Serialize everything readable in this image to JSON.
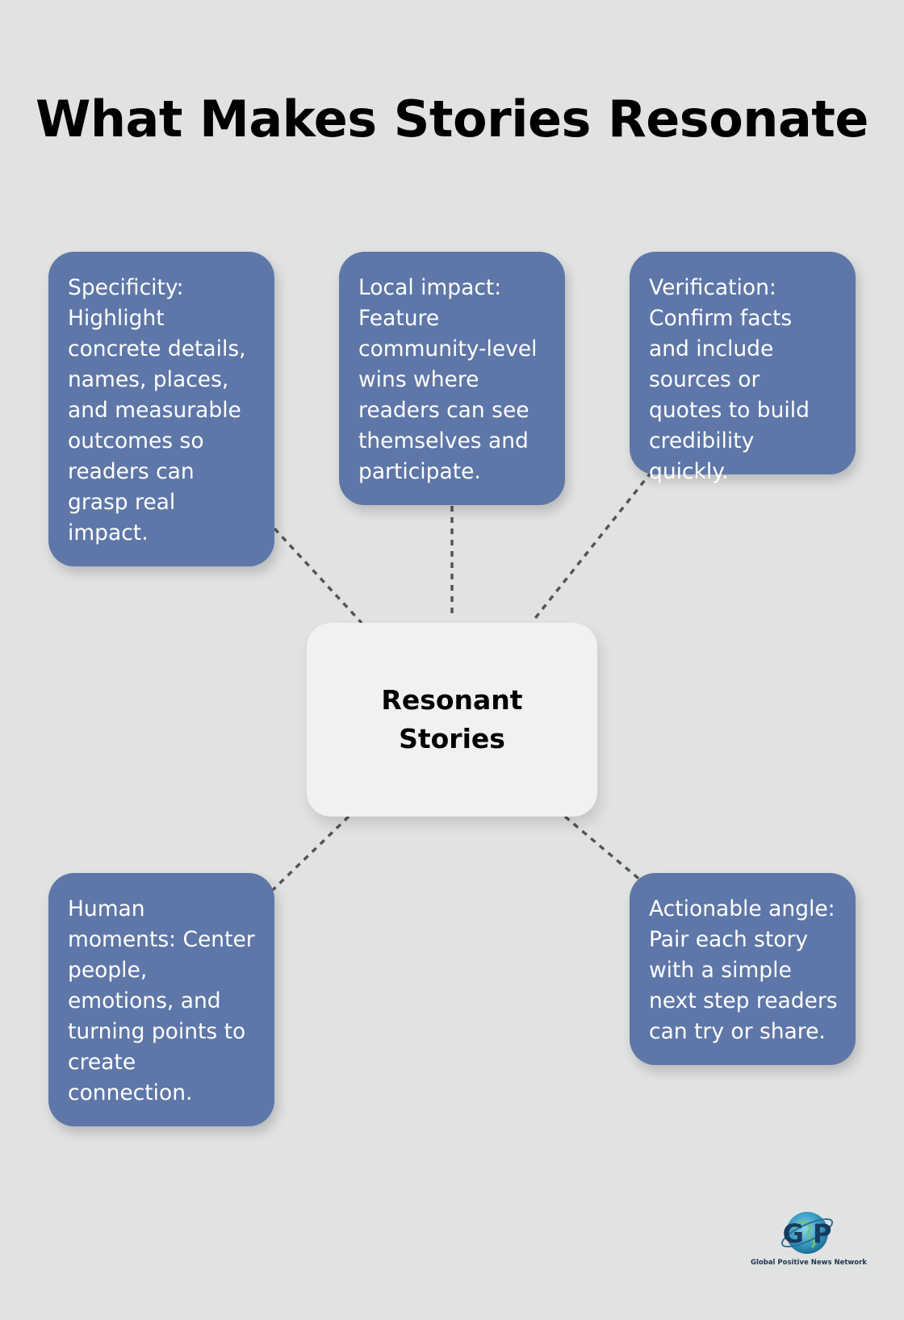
{
  "title": "What Makes Stories Resonate",
  "center": {
    "label": "Resonant Stories"
  },
  "nodes": [
    {
      "id": "specificity",
      "text": "Specificity: Highlight concrete details, names, places, and measurable outcomes so readers can grasp real impact."
    },
    {
      "id": "local-impact",
      "text": "Local impact: Feature community-level wins where readers can see themselves and participate."
    },
    {
      "id": "verification",
      "text": "Verification: Confirm facts and include sources or quotes to build credibility quickly."
    },
    {
      "id": "human-moments",
      "text": "Human moments: Center people, emotions, and turning points to create connection."
    },
    {
      "id": "actionable-angle",
      "text": "Actionable angle: Pair each story with a simple next step readers can try or share."
    }
  ],
  "logo": {
    "letters": "G P",
    "caption": "Global Positive News Network"
  },
  "colors": {
    "background": "#e1e3e2",
    "node_fill": "#5e77a8",
    "center_fill": "#eff1f2",
    "connector": "#555555"
  }
}
